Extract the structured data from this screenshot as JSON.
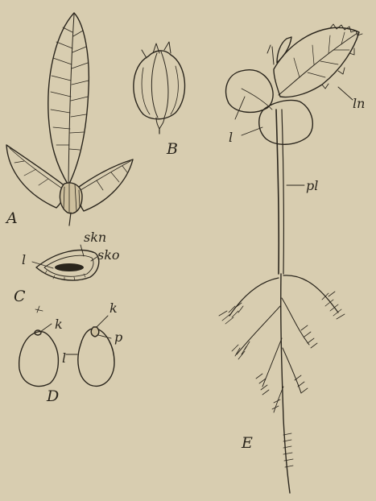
{
  "figure": {
    "background": "#d8cdb0",
    "ink": "#2a251c",
    "panels": {
      "A": {
        "letter": "A",
        "subject": "leaf-with-fruit"
      },
      "B": {
        "letter": "B",
        "subject": "fruit"
      },
      "C": {
        "letter": "C",
        "subject": "seed-section",
        "labels": [
          "l",
          "skn",
          "sko"
        ]
      },
      "D": {
        "letter": "D",
        "subject": "embryos",
        "labels": [
          "k",
          "l",
          "k",
          "p"
        ]
      },
      "E": {
        "letter": "E",
        "subject": "seedling",
        "labels": [
          "ln",
          "l",
          "pl"
        ]
      }
    }
  }
}
